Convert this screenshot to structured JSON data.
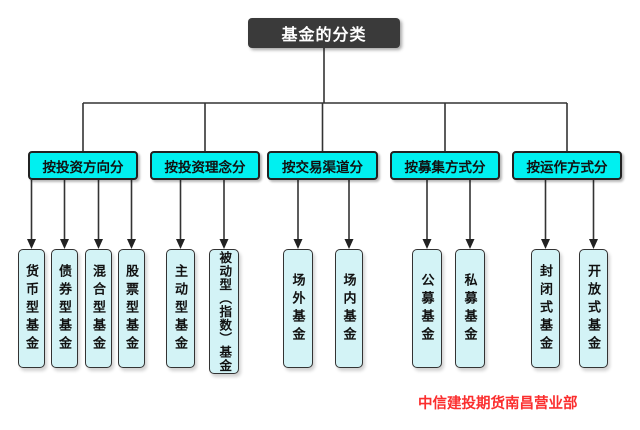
{
  "title": "基金的分类",
  "groups": [
    {
      "label": "按投资方向分",
      "children": [
        "货币型基金",
        "债券型基金",
        "混合型基金",
        "股票型基金"
      ]
    },
    {
      "label": "按投资理念分",
      "children": [
        "主动型基金",
        "被动型（指数）基金"
      ]
    },
    {
      "label": "按交易渠道分",
      "children": [
        "场外基金",
        "场内基金"
      ]
    },
    {
      "label": "按募集方式分",
      "children": [
        "公募基金",
        "私募基金"
      ]
    },
    {
      "label": "按运作方式分",
      "children": [
        "封闭式基金",
        "开放式基金"
      ]
    }
  ],
  "footer": {
    "text": "中信建投期货南昌营业部"
  },
  "colors": {
    "root_bg": "#3a3a3a",
    "root_text": "#ffffff",
    "category_bg": "#00f0f0",
    "leaf_bg": "#d3f3f6",
    "border": "#222222",
    "line": "#333333",
    "footer_text": "#fb2e2e",
    "background": "#ffffff"
  }
}
